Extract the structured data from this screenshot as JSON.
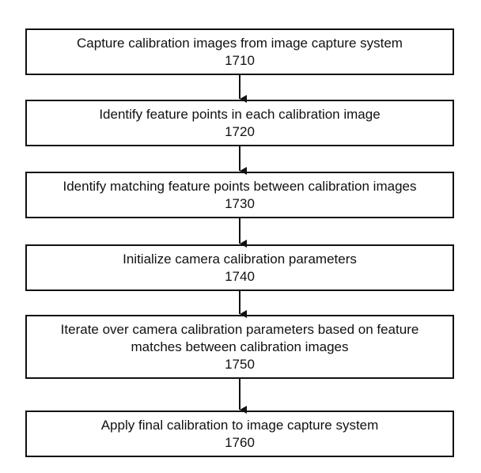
{
  "steps": [
    {
      "label": "Capture calibration images from image capture system",
      "ref": "1710"
    },
    {
      "label": "Identify feature points in each calibration image",
      "ref": "1720"
    },
    {
      "label": "Identify matching feature points between calibration images",
      "ref": "1730"
    },
    {
      "label": "Initialize camera calibration parameters",
      "ref": "1740"
    },
    {
      "label": "Iterate over camera calibration parameters based on feature matches between calibration images",
      "ref": "1750"
    },
    {
      "label": "Apply final calibration to image capture system",
      "ref": "1760"
    }
  ],
  "colors": {
    "stroke": "#111111",
    "background": "#ffffff"
  }
}
